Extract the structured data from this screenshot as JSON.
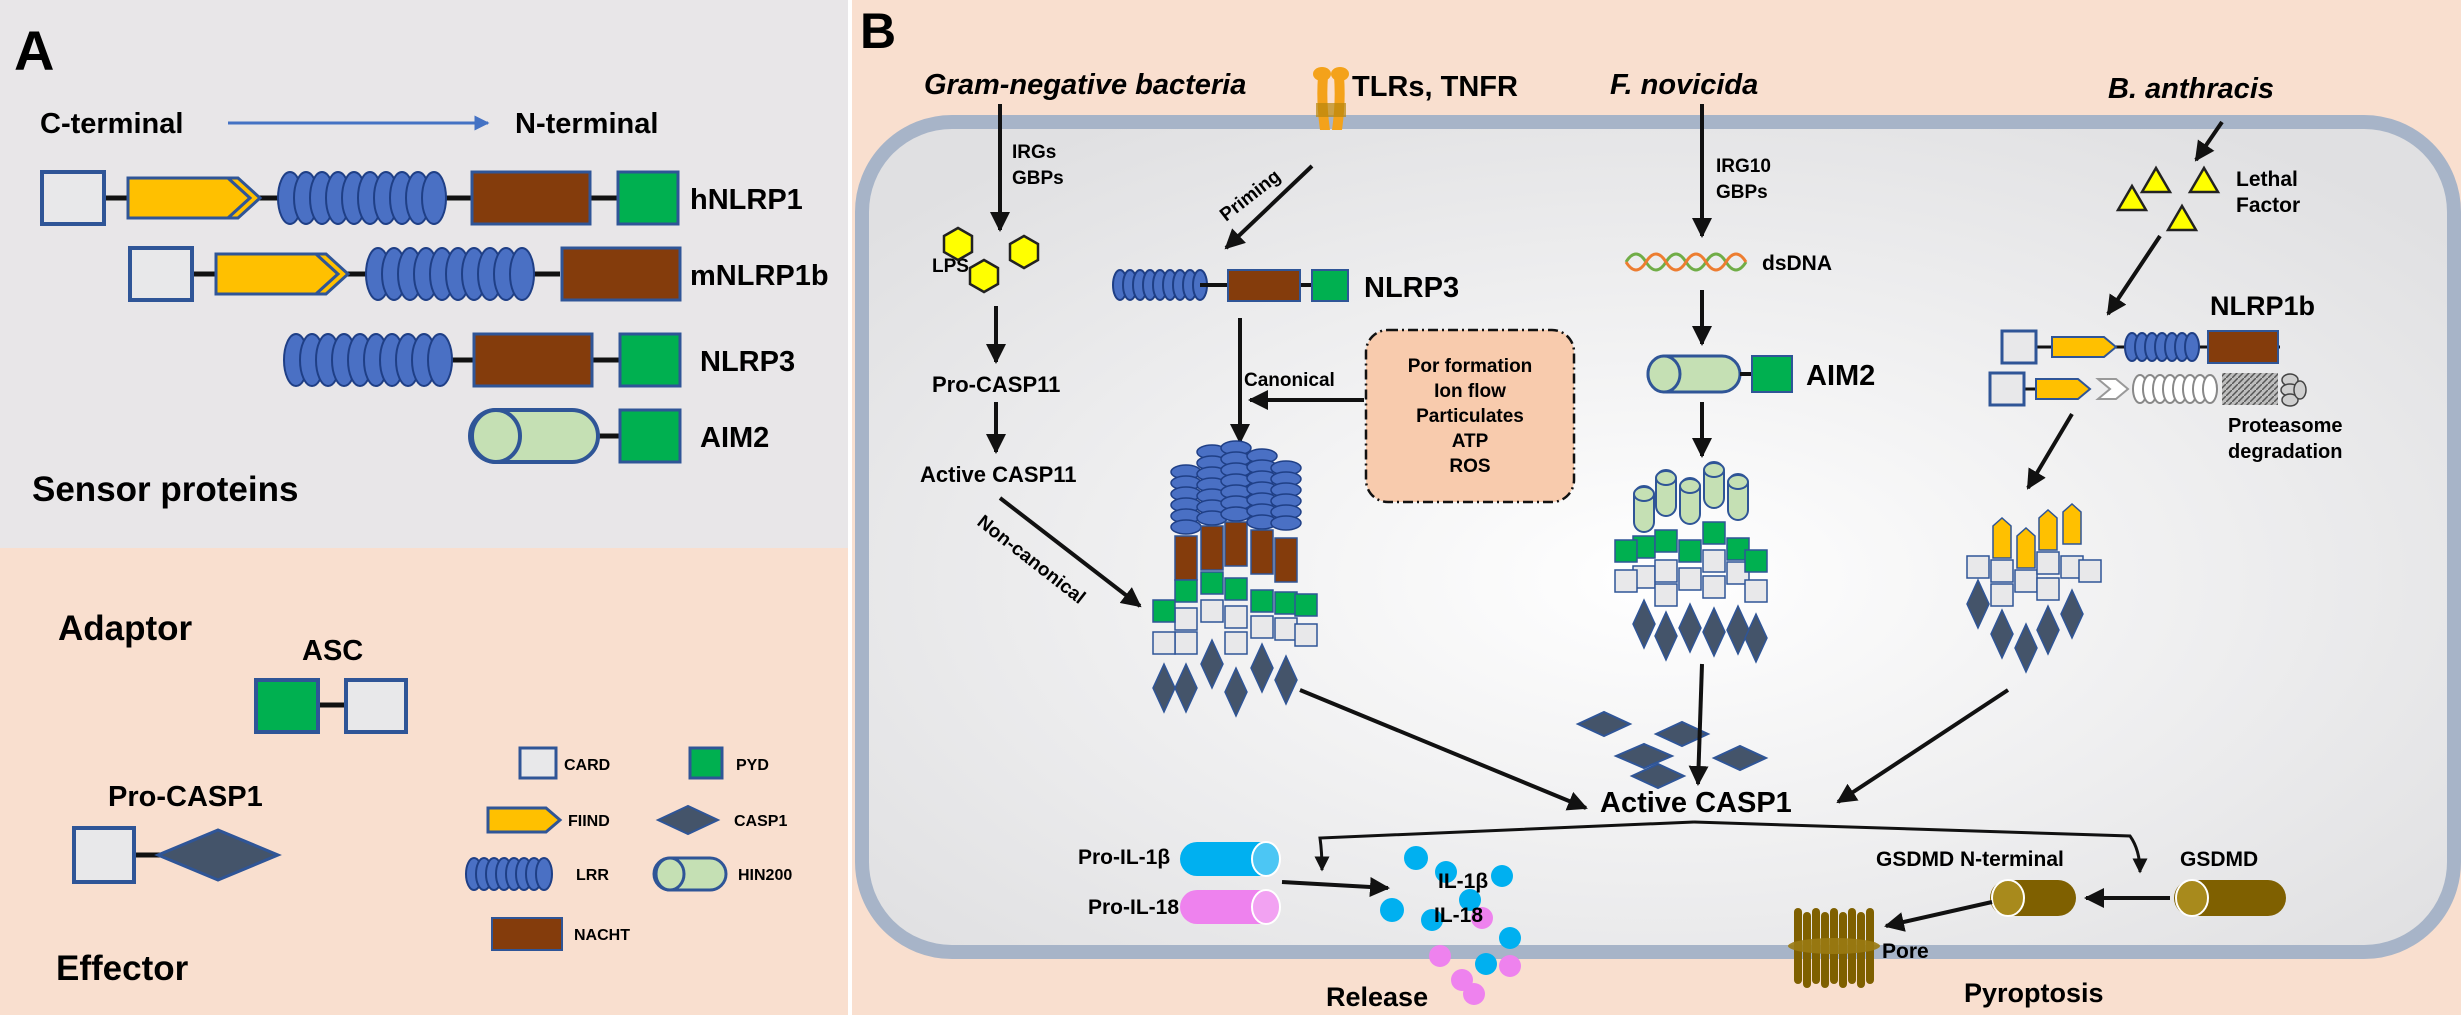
{
  "panel_a": {
    "letter": "A",
    "direction": {
      "left": "C-terminal",
      "right": "N-terminal"
    },
    "sensors": [
      "hNLRP1",
      "mNLRP1b",
      "NLRP3",
      "AIM2"
    ],
    "sensor_title": "Sensor proteins",
    "adaptor_title": "Adaptor",
    "asc": "ASC",
    "pro_casp1": "Pro-CASP1",
    "effector_title": "Effector",
    "legend": {
      "card": "CARD",
      "pyd": "PYD",
      "fiind": "FIIND",
      "casp1": "CASP1",
      "lrr": "LRR",
      "hin200": "HIN200",
      "nacht": "NACHT"
    }
  },
  "panel_b": {
    "letter": "B",
    "gram_negative": "Gram-negative  bacteria",
    "tlrs": "TLRs, TNFR",
    "f_novicida": "F. novicida",
    "b_anthracis": "B. anthracis",
    "irgs": "IRGs",
    "gbps": "GBPs",
    "irg10": "IRG10",
    "gbps2": "GBPs",
    "priming": "Priming",
    "lps": "LPS",
    "pro_casp11": "Pro-CASP11",
    "active_casp11": "Active CASP11",
    "non_canonical": "Non-canonical",
    "nlrp3": "NLRP3",
    "canonical": "Canonical",
    "stimuli": [
      "Por formation",
      "Ion flow",
      "Particulates",
      "ATP",
      "ROS"
    ],
    "dsdna": "dsDNA",
    "aim2": "AIM2",
    "lethal": "Lethal",
    "factor": "Factor",
    "nlrp1b": "NLRP1b",
    "proteasome": "Proteasome",
    "degradation": "degradation",
    "active_casp1": "Active  CASP1",
    "pro_il1b": "Pro-IL-1β",
    "pro_il18": "Pro-IL-18",
    "il1b": "IL-1β",
    "il18": "IL-18",
    "release": "Release",
    "gsdmd_n": "GSDMD N-terminal",
    "gsdmd": "GSDMD",
    "pore": "Pore",
    "pyroptosis": "Pyroptosis"
  },
  "colors": {
    "lrr": "#4a70c4",
    "nacht": "#843c0c",
    "pyd": "#00b050",
    "card": "#e8e8ea",
    "fiind": "#ffc000",
    "casp1": "#44546a",
    "hin200": "#c5e0b4",
    "gsdmd": "#7f6000",
    "il1b": "#00b0f0",
    "il18": "#ee82ee",
    "cell": "#a7b4c8",
    "panel_b_bg": "#f9dfcf",
    "panel_a_top": "#e8e6e8"
  }
}
